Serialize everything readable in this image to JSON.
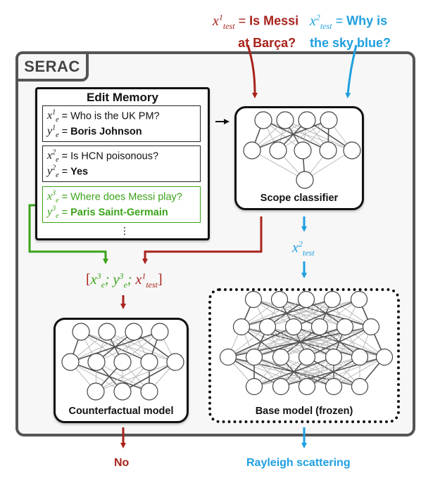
{
  "system": {
    "label": "SERAC"
  },
  "questions": {
    "q1": {
      "var": "x",
      "sup": "1",
      "sub": "test",
      "eq": "=",
      "text_line1": "Is Messi",
      "text_line2": "at Barça?"
    },
    "q2": {
      "var": "x",
      "sup": "2",
      "sub": "test",
      "eq": "=",
      "text_line1": "Why is",
      "text_line2": "the sky blue?"
    }
  },
  "edit_memory": {
    "title": "Edit Memory",
    "entries": [
      {
        "x_sup": "1",
        "x_text": "= Who is the UK PM?",
        "y_sup": "1",
        "y_text": "Boris Johnson"
      },
      {
        "x_sup": "2",
        "x_text": "= Is HCN poisonous?",
        "y_sup": "2",
        "y_text": "Yes"
      },
      {
        "x_sup": "3",
        "x_text": "= Where does Messi play?",
        "y_sup": "3",
        "y_text": "Paris Saint-Germain"
      }
    ],
    "ellipsis": "⋮"
  },
  "models": {
    "scope": {
      "label": "Scope classifier"
    },
    "counterfactual": {
      "label": "Counterfactual model"
    },
    "base": {
      "label": "Base model (frozen)"
    }
  },
  "routing": {
    "concat": {
      "open": "[",
      "x": "x",
      "x_sup": "3",
      "x_sub": "e",
      "y": "y",
      "y_sup": "3",
      "y_sub": "e",
      "t": "x",
      "t_sup": "1",
      "t_sub": "test",
      "close": "]"
    },
    "to_base": {
      "x": "x",
      "sup": "2",
      "sub": "test"
    }
  },
  "outputs": {
    "counterfactual": "No",
    "base": "Rayleigh scattering"
  },
  "colors": {
    "red": "#a8231c",
    "blue": "#1f9fe0",
    "green": "#3aa31a",
    "frame": "#555555"
  }
}
